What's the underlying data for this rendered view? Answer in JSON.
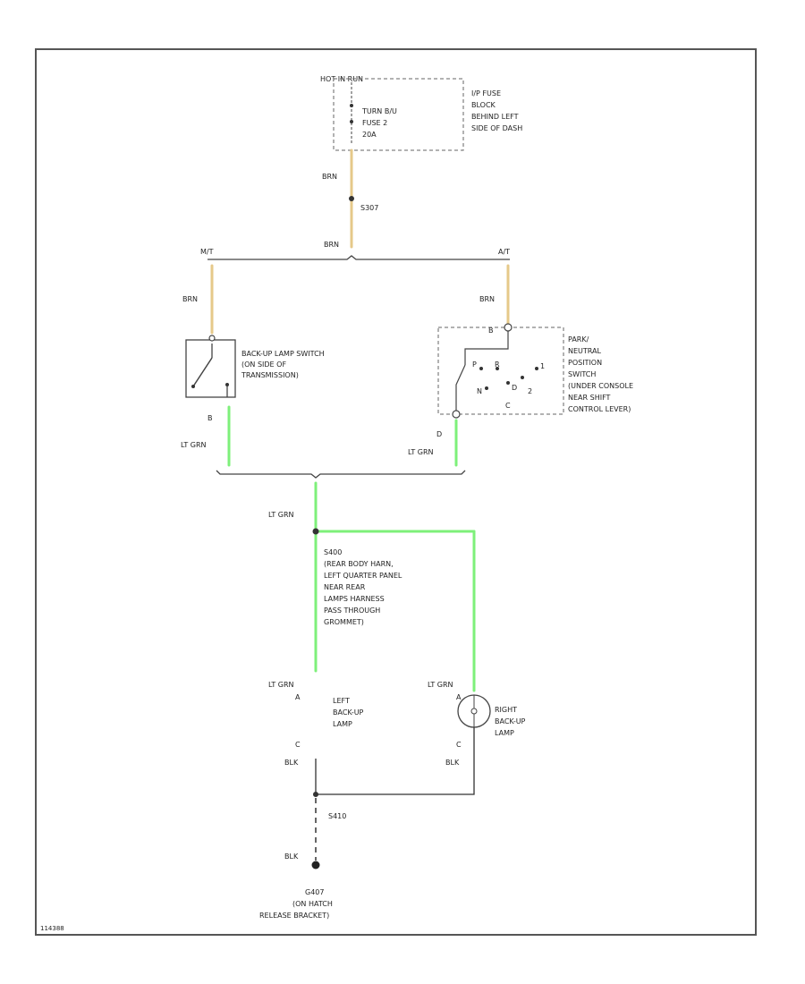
{
  "fuse": {
    "header": "HOT IN RUN",
    "name_lines": [
      "TURN B/U",
      "FUSE 2",
      "20A"
    ],
    "location_lines": [
      "I/P FUSE",
      "BLOCK",
      "BEHIND LEFT",
      "SIDE OF DASH"
    ]
  },
  "wires": {
    "brn": "BRN",
    "lt_grn": "LT GRN",
    "blk": "BLK"
  },
  "splices": {
    "s307": "S307",
    "s400": "S400",
    "s400_lines": [
      "(REAR BODY HARN,",
      "LEFT QUARTER PANEL",
      "NEAR REAR",
      "LAMPS HARNESS",
      "PASS THROUGH",
      "GROMMET)"
    ],
    "s410": "S410"
  },
  "branches": {
    "mt": "M/T",
    "at": "A/T"
  },
  "backup_switch": {
    "lines": [
      "BACK-UP LAMP SWITCH",
      "(ON SIDE OF",
      "TRANSMISSION)"
    ],
    "pin_out": "B"
  },
  "prnd_switch": {
    "lines": [
      "PARK/",
      "NEUTRAL",
      "POSITION",
      "SWITCH",
      "(UNDER CONSOLE",
      "NEAR SHIFT",
      "CONTROL LEVER)"
    ],
    "pin_in": "B",
    "pin_out": "D",
    "pin_c": "C",
    "gear_p": "P",
    "gear_r": "R",
    "gear_n": "N",
    "gear_d": "D",
    "gear_2": "2",
    "gear_1": "1"
  },
  "left_lamp": {
    "lines": [
      "LEFT",
      "BACK-UP",
      "LAMP"
    ],
    "pin_a": "A",
    "pin_c": "C"
  },
  "right_lamp": {
    "lines": [
      "RIGHT",
      "BACK-UP",
      "LAMP"
    ],
    "pin_a": "A",
    "pin_c": "C"
  },
  "ground": {
    "name": "G407",
    "lines": [
      "(ON HATCH",
      "RELEASE BRACKET)"
    ]
  },
  "figure_id": "114388"
}
